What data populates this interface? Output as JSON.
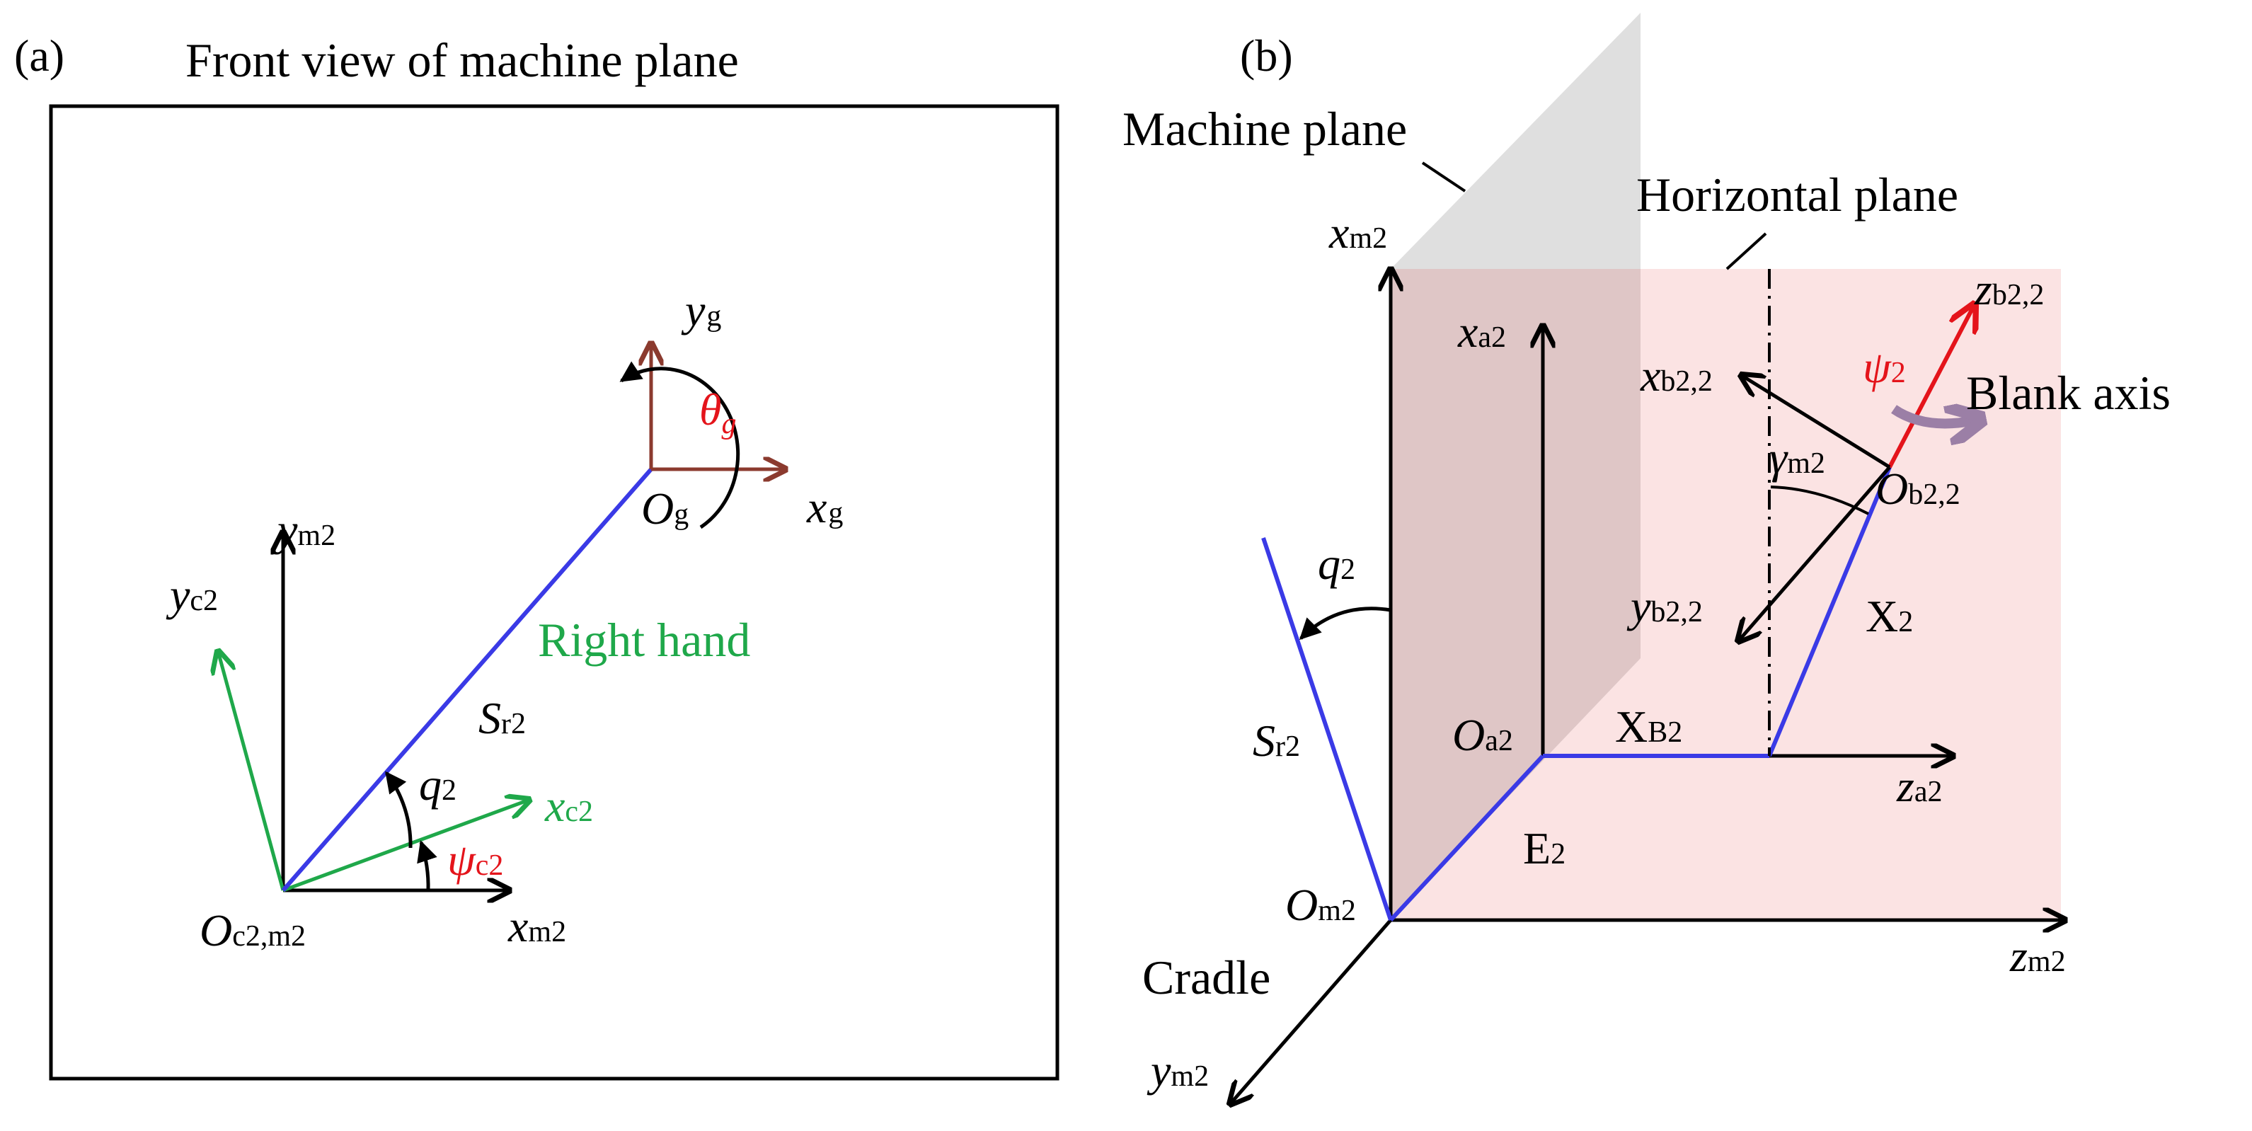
{
  "panel_a": {
    "tag": "(a)",
    "title": "Front view of machine plane",
    "labels": {
      "yg": "y",
      "yg_sub": "g",
      "xg": "x",
      "xg_sub": "g",
      "theta": "θ",
      "theta_sub": "g",
      "og": "O",
      "og_sub": "g",
      "ym2": "y",
      "ym2_sub": "m2",
      "yc2": "y",
      "yc2_sub": "c2",
      "right_hand": "Right hand",
      "sr2": "S",
      "sr2_sub": "r2",
      "q2": "q",
      "q2_sub": "2",
      "xc2": "x",
      "xc2_sub": "c2",
      "psi": "ψ",
      "psi_sub": "c2",
      "oc2": "O",
      "oc2_sub": "c2,m2",
      "xm2": "x",
      "xm2_sub": "m2"
    }
  },
  "panel_b": {
    "tag": "(b)",
    "labels": {
      "machine_plane": "Machine plane",
      "horizontal_plane": "Horizontal plane",
      "xm2": "x",
      "xm2_sub": "m2",
      "xa2": "x",
      "xa2_sub": "a2",
      "zb2": "z",
      "zb2_sub": "b2,2",
      "xb2": "x",
      "xb2_sub": "b2,2",
      "psi2": "ψ",
      "psi2_sub": "2",
      "blank_axis": "Blank axis",
      "gamma": "γ",
      "gamma_sub": "m2",
      "ob2": "O",
      "ob2_sub": "b2,2",
      "q2": "q",
      "q2_sub": "2",
      "yb2": "y",
      "yb2_sub": "b2,2",
      "X2": "X",
      "X2_sub": "2",
      "sr2": "S",
      "sr2_sub": "r2",
      "oa2": "O",
      "oa2_sub": "a2",
      "xB2": "X",
      "xB2_sub": "B2",
      "za2": "z",
      "za2_sub": "a2",
      "E2": "E",
      "E2_sub": "2",
      "om2": "O",
      "om2_sub": "m2",
      "zm2": "z",
      "zm2_sub": "m2",
      "cradle": "Cradle",
      "ym2": "y",
      "ym2_sub": "m2"
    }
  },
  "colors": {
    "black": "#000000",
    "blue": "#3a3ae6",
    "green": "#1fa84a",
    "brown": "#8b3a2e",
    "red": "#e4141b",
    "purple": "#9b7fa6",
    "machine_plane_fill": "#d9d9d9",
    "pink_plane_fill": "#fbe3e3",
    "overlap_fill": "#dfc6c6"
  }
}
